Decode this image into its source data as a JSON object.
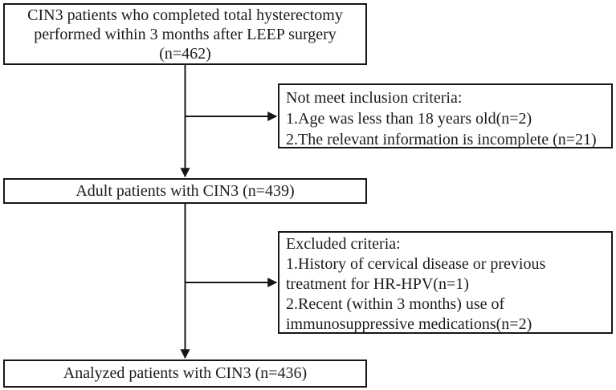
{
  "flowchart": {
    "colors": {
      "border": "#161616",
      "text": "#1c1c1c",
      "background": "#ffffff"
    },
    "nodes": {
      "source": {
        "lines": [
          "CIN3 patients who completed total hysterectomy",
          "performed within 3 months after LEEP surgery",
          "(n=462)"
        ]
      },
      "not_meet_inclusion": {
        "lines": [
          "Not meet inclusion criteria:",
          "1.Age was less than 18 years old(n=2)",
          "2.The relevant information is incomplete (n=21)"
        ]
      },
      "adult": {
        "label": "Adult patients with CIN3 (n=439)"
      },
      "excluded": {
        "lines": [
          "Excluded criteria:",
          "1.History of cervical disease or previous",
          "treatment for HR-HPV(n=1)",
          "2.Recent (within 3 months) use of",
          "immunosuppressive medications(n=2)"
        ]
      },
      "analyzed": {
        "label": "Analyzed patients with CIN3 (n=436)"
      }
    }
  }
}
